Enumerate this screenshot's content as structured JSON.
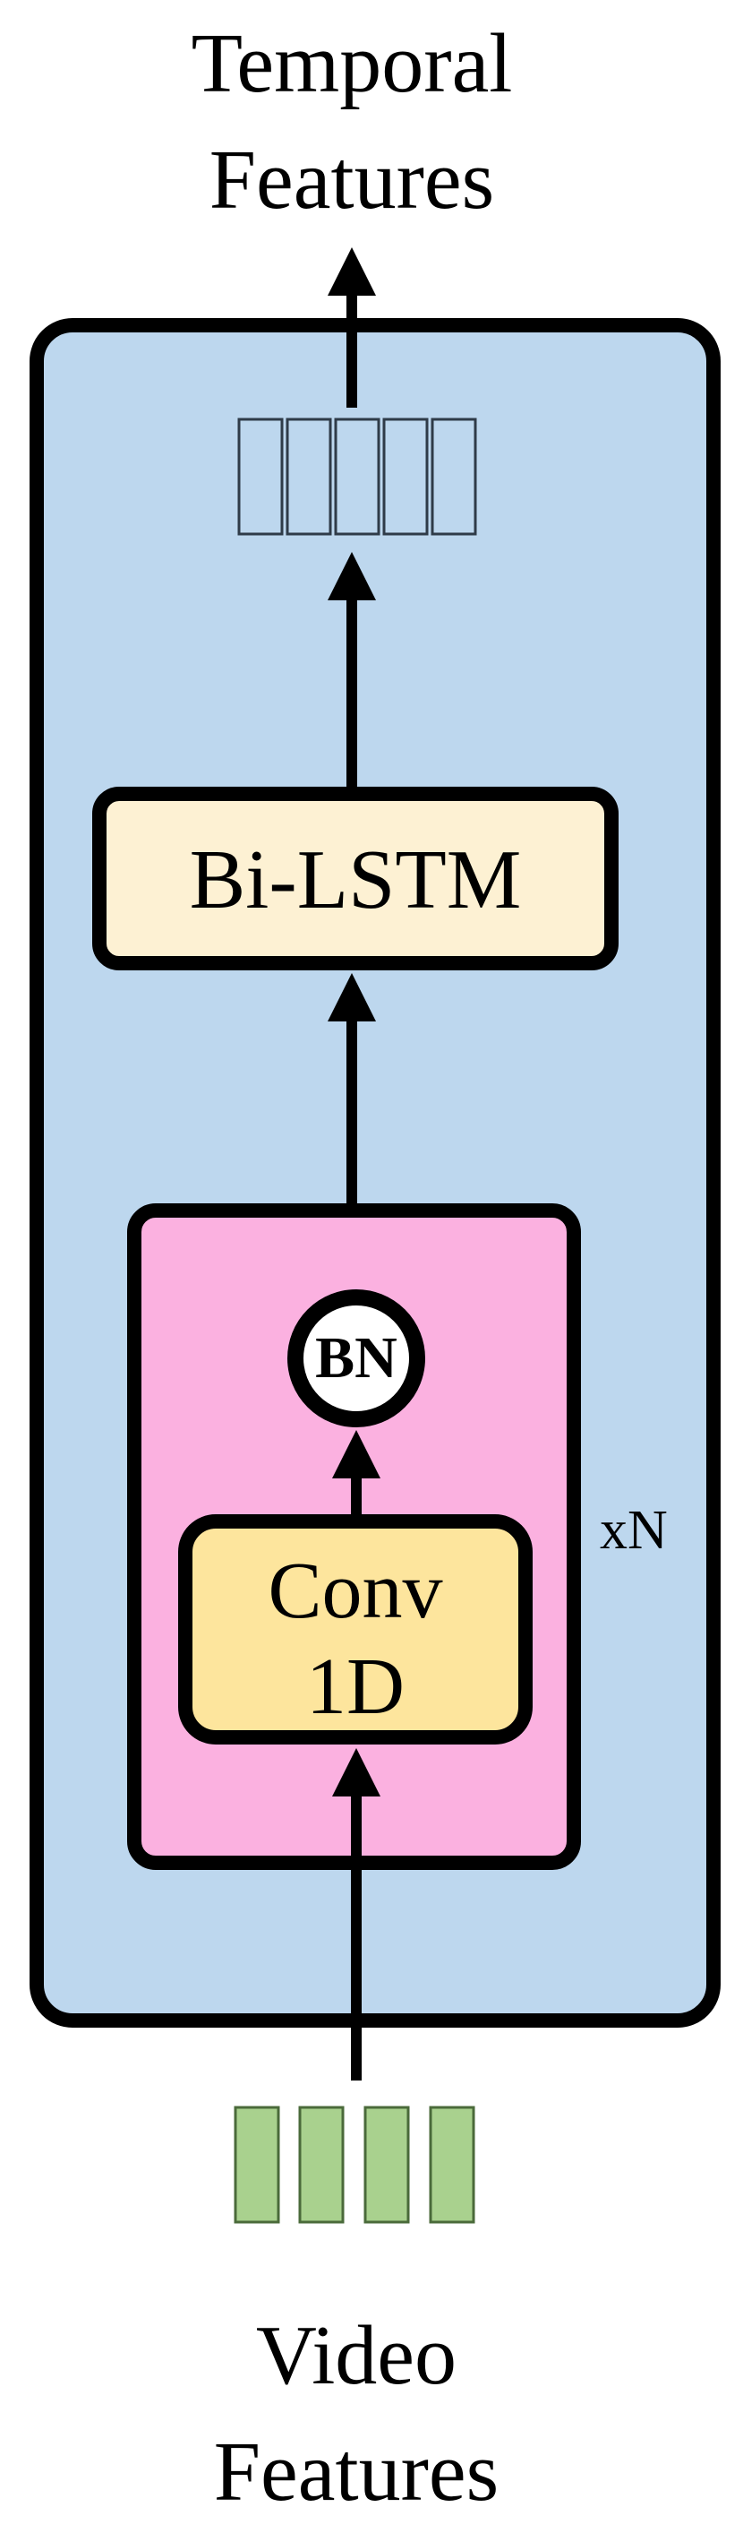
{
  "output_label": {
    "line1": "Temporal",
    "line2": "Features"
  },
  "input_label": {
    "line1": "Video",
    "line2": "Features"
  },
  "bilstm_label": "Bi-LSTM",
  "conv_label": {
    "line1": "Conv",
    "line2": "1D"
  },
  "bn_label": "BN",
  "repeat_label": "xN",
  "output_token_count": 5,
  "input_token_count": 4,
  "colors": {
    "outer_block": "#bdd7ee",
    "repeat_block": "#fbb1e0",
    "bilstm_block": "#fdf1d3",
    "conv_block": "#fde59d",
    "bn_circle": "#ffffff",
    "input_tokens": "#a9d18e",
    "stroke": "#000000"
  }
}
